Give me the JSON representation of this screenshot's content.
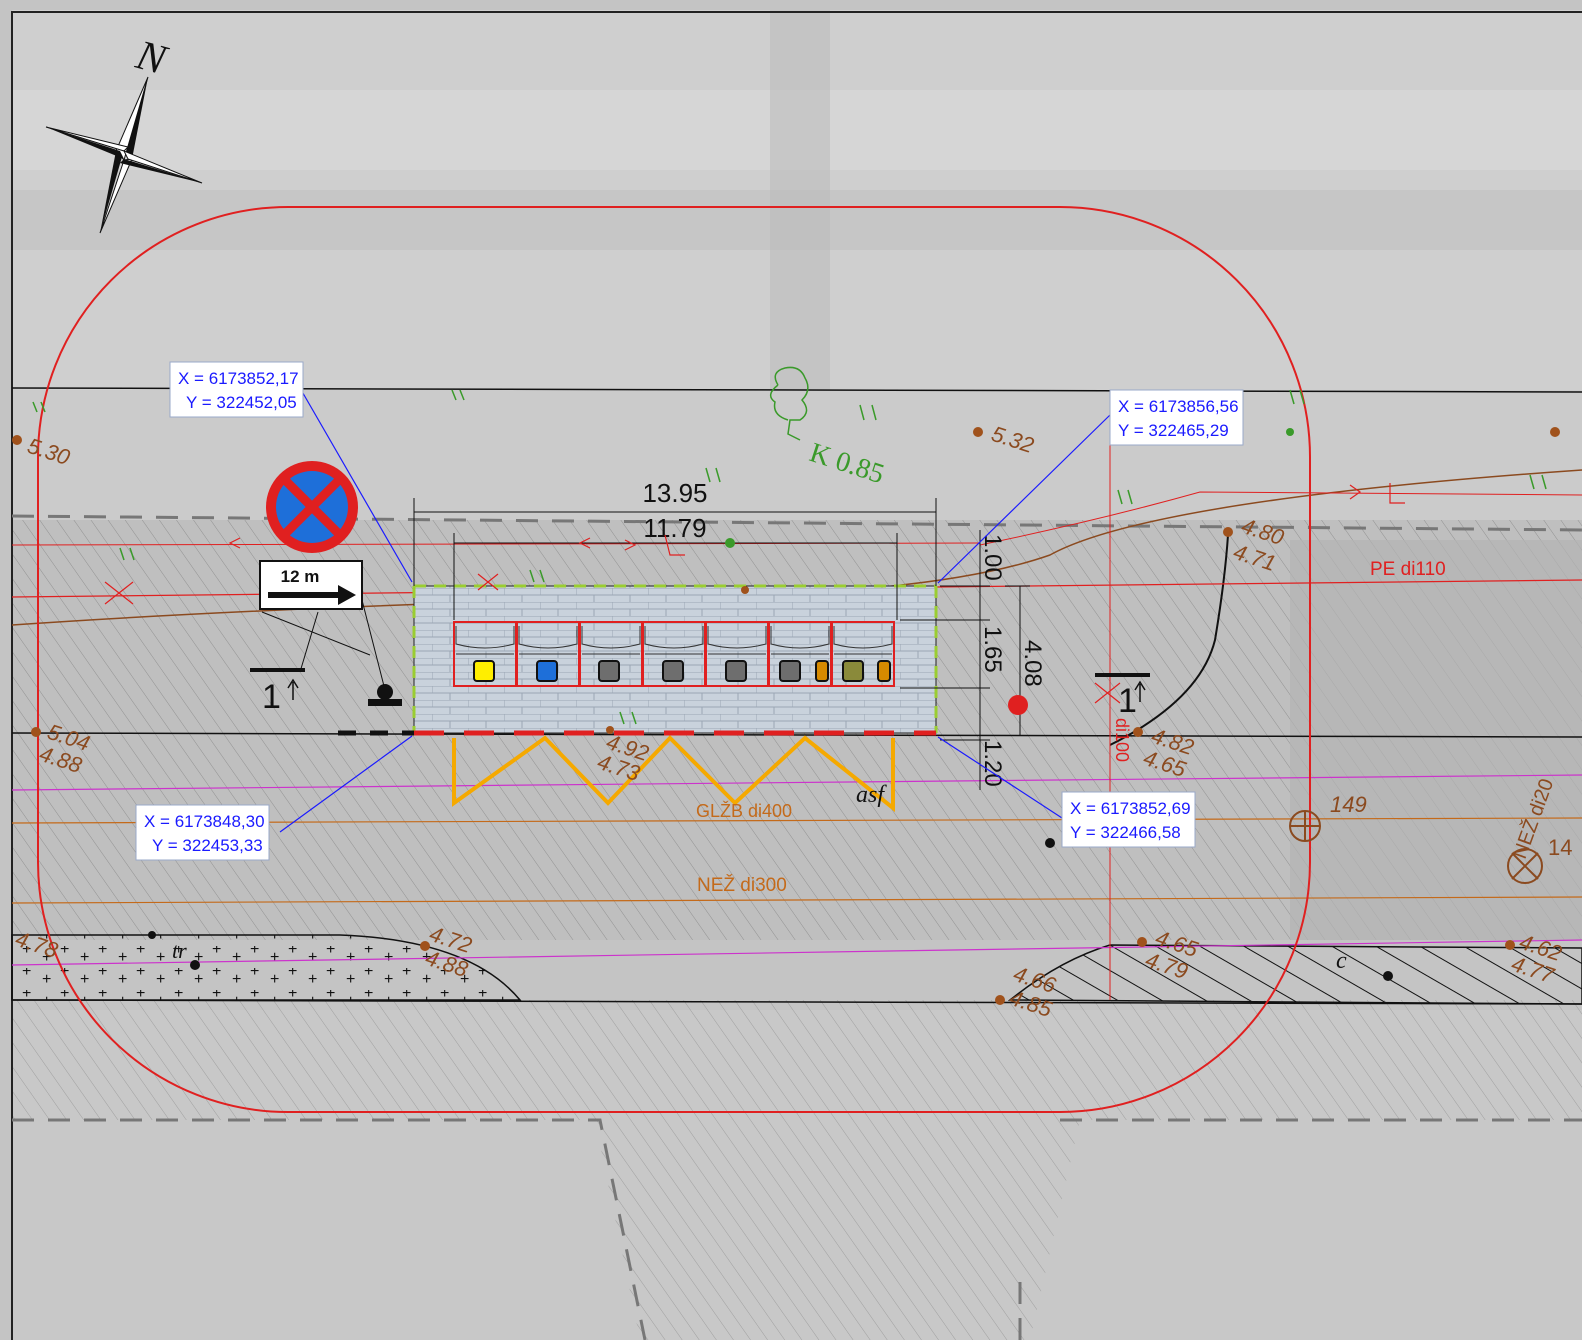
{
  "north": {
    "label": "N"
  },
  "contour": {
    "color": "#e02020"
  },
  "coordinates": [
    {
      "x": "X = 6173852,17",
      "y": "Y = 322452,05"
    },
    {
      "x": "X = 6173856,56",
      "y": "Y = 322465,29"
    },
    {
      "x": "X = 6173848,30",
      "y": "Y = 322453,33"
    },
    {
      "x": "X = 6173852,69",
      "y": "Y = 322466,58"
    }
  ],
  "dimensions": {
    "total_length": "13.95",
    "inner_length": "11.79",
    "top_offset": "1.00",
    "depth": "1.65",
    "overall_depth": "4.08",
    "bottom_offset": "1.20"
  },
  "sign": {
    "distance": "12 m"
  },
  "section_marks": [
    "1",
    "1"
  ],
  "utilities": {
    "pe": "PE di110",
    "glzb": "GLŽB di400",
    "nez": "NEŽ di300",
    "di100": "di100",
    "right_partial_1": "NEŽ di20",
    "right_partial_2": "14"
  },
  "tree": {
    "label": "K 0.85"
  },
  "surface_labels": {
    "asf": "asf",
    "c": "c",
    "tr": "tr"
  },
  "manhole": {
    "label": "149"
  },
  "elevations": [
    "5.30",
    "5.32",
    "4.80",
    "4.71",
    "5.04",
    "4.88",
    "4.92",
    "4.73",
    "4.82",
    "4.65",
    "4.78",
    "4.72",
    "4.88",
    "4.65",
    "4.79",
    "4.66",
    "4.85",
    "4.62",
    "4.77"
  ],
  "bins": [
    {
      "color": "#ffee00"
    },
    {
      "color": "#1e6fd9"
    },
    {
      "color": "#6e6e6e"
    },
    {
      "color": "#6e6e6e"
    },
    {
      "color": "#6e6e6e"
    },
    {
      "color": "#6e6e6e"
    },
    {
      "color": "#d68a00"
    },
    {
      "color": "#8a8a3a"
    },
    {
      "color": "#d68a00"
    }
  ]
}
